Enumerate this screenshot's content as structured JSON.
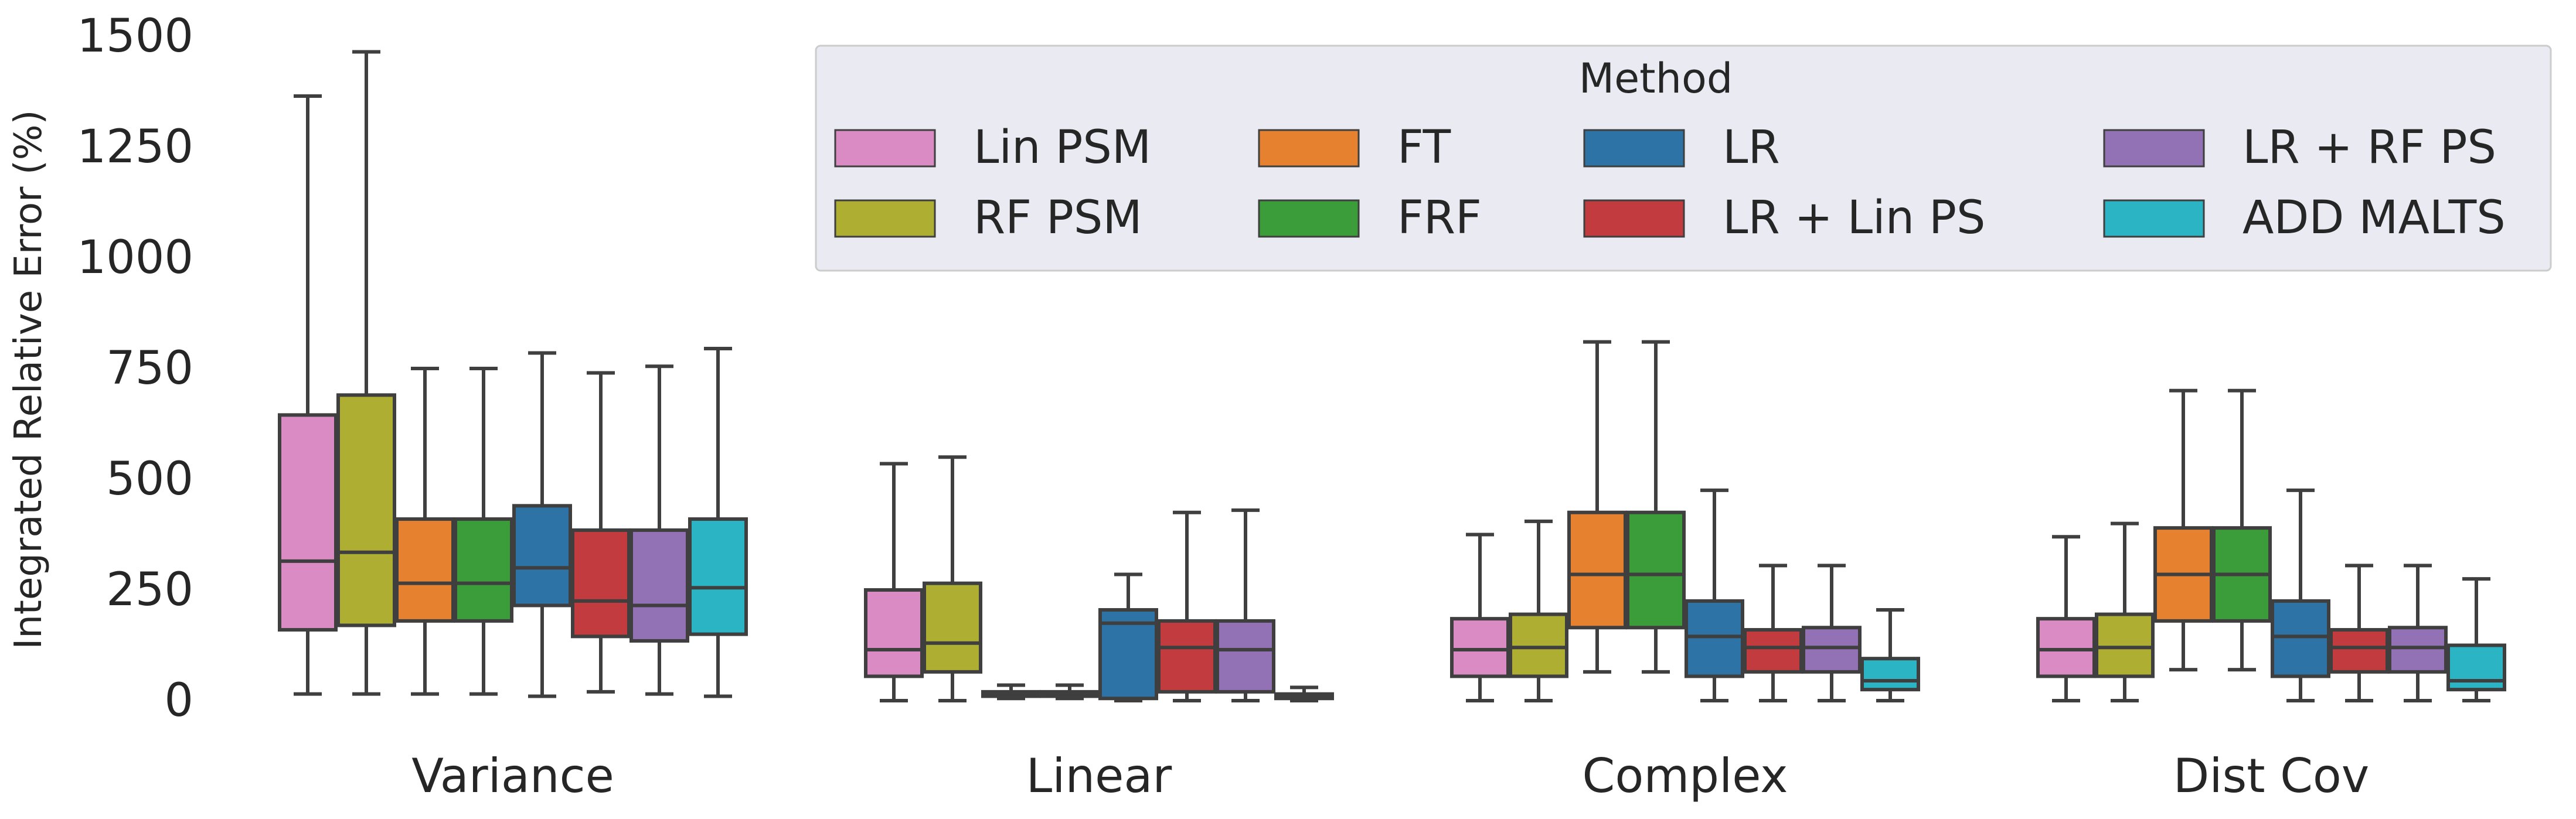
{
  "chart_data": {
    "type": "boxplot",
    "ylabel": "Integrated Relative Error (%)",
    "xlabel": "",
    "ylim": [
      0,
      1500
    ],
    "yticks": [
      "0",
      "250",
      "500",
      "750",
      "1000",
      "1250",
      "1500"
    ],
    "ytick_values": [
      0,
      250,
      500,
      750,
      1000,
      1250,
      1500
    ],
    "grid": false,
    "categories": [
      "Variance",
      "Linear",
      "Complex",
      "Dist Cov"
    ],
    "legend": {
      "title": "Method",
      "placement": "top-right"
    },
    "series": [
      {
        "name": "Lin PSM",
        "color": "#DA8BC3",
        "boxes": [
          {
            "whislo": 15,
            "q1": 160,
            "med": 315,
            "q3": 645,
            "whishi": 1365
          },
          {
            "whislo": 0,
            "q1": 55,
            "med": 115,
            "q3": 250,
            "whishi": 535
          },
          {
            "whislo": 0,
            "q1": 55,
            "med": 115,
            "q3": 185,
            "whishi": 375
          },
          {
            "whislo": 0,
            "q1": 55,
            "med": 115,
            "q3": 185,
            "whishi": 370
          }
        ]
      },
      {
        "name": "RF PSM",
        "color": "#AEAE32",
        "boxes": [
          {
            "whislo": 15,
            "q1": 170,
            "med": 335,
            "q3": 690,
            "whishi": 1465
          },
          {
            "whislo": 0,
            "q1": 65,
            "med": 130,
            "q3": 265,
            "whishi": 550
          },
          {
            "whislo": 0,
            "q1": 55,
            "med": 120,
            "q3": 195,
            "whishi": 405
          },
          {
            "whislo": 0,
            "q1": 55,
            "med": 120,
            "q3": 195,
            "whishi": 400
          }
        ]
      },
      {
        "name": "FT",
        "color": "#E6812F",
        "boxes": [
          {
            "whislo": 15,
            "q1": 180,
            "med": 265,
            "q3": 410,
            "whishi": 750
          },
          {
            "whislo": 5,
            "q1": 10,
            "med": 15,
            "q3": 20,
            "whishi": 35
          },
          {
            "whislo": 65,
            "q1": 165,
            "med": 285,
            "q3": 425,
            "whishi": 810
          },
          {
            "whislo": 70,
            "q1": 180,
            "med": 285,
            "q3": 390,
            "whishi": 700
          }
        ]
      },
      {
        "name": "FRF",
        "color": "#3A9D3A",
        "boxes": [
          {
            "whislo": 15,
            "q1": 180,
            "med": 265,
            "q3": 410,
            "whishi": 750
          },
          {
            "whislo": 5,
            "q1": 10,
            "med": 15,
            "q3": 20,
            "whishi": 35
          },
          {
            "whislo": 65,
            "q1": 165,
            "med": 285,
            "q3": 425,
            "whishi": 810
          },
          {
            "whislo": 70,
            "q1": 180,
            "med": 285,
            "q3": 390,
            "whishi": 700
          }
        ]
      },
      {
        "name": "LR",
        "color": "#2E73A5",
        "boxes": [
          {
            "whislo": 10,
            "q1": 215,
            "med": 300,
            "q3": 440,
            "whishi": 785
          },
          {
            "whislo": 0,
            "q1": 5,
            "med": 175,
            "q3": 205,
            "whishi": 285
          },
          {
            "whislo": 0,
            "q1": 55,
            "med": 145,
            "q3": 225,
            "whishi": 475
          },
          {
            "whislo": 0,
            "q1": 55,
            "med": 145,
            "q3": 225,
            "whishi": 475
          }
        ]
      },
      {
        "name": "LR + Lin PS",
        "color": "#C23B3F",
        "boxes": [
          {
            "whislo": 20,
            "q1": 145,
            "med": 225,
            "q3": 385,
            "whishi": 740
          },
          {
            "whislo": 0,
            "q1": 20,
            "med": 120,
            "q3": 180,
            "whishi": 425
          },
          {
            "whislo": 0,
            "q1": 65,
            "med": 120,
            "q3": 160,
            "whishi": 305
          },
          {
            "whislo": 0,
            "q1": 65,
            "med": 120,
            "q3": 160,
            "whishi": 305
          }
        ]
      },
      {
        "name": "LR + RF PS",
        "color": "#9371B5",
        "boxes": [
          {
            "whislo": 15,
            "q1": 135,
            "med": 215,
            "q3": 385,
            "whishi": 755
          },
          {
            "whislo": 0,
            "q1": 20,
            "med": 115,
            "q3": 180,
            "whishi": 430
          },
          {
            "whislo": 0,
            "q1": 65,
            "med": 120,
            "q3": 165,
            "whishi": 305
          },
          {
            "whislo": 0,
            "q1": 65,
            "med": 120,
            "q3": 165,
            "whishi": 305
          }
        ]
      },
      {
        "name": "ADD MALTS",
        "color": "#2BB5C4",
        "boxes": [
          {
            "whislo": 10,
            "q1": 150,
            "med": 255,
            "q3": 410,
            "whishi": 795
          },
          {
            "whislo": 0,
            "q1": 5,
            "med": 10,
            "q3": 15,
            "whishi": 30
          },
          {
            "whislo": 0,
            "q1": 25,
            "med": 45,
            "q3": 95,
            "whishi": 205
          },
          {
            "whislo": 0,
            "q1": 25,
            "med": 45,
            "q3": 125,
            "whishi": 275
          }
        ]
      }
    ]
  }
}
